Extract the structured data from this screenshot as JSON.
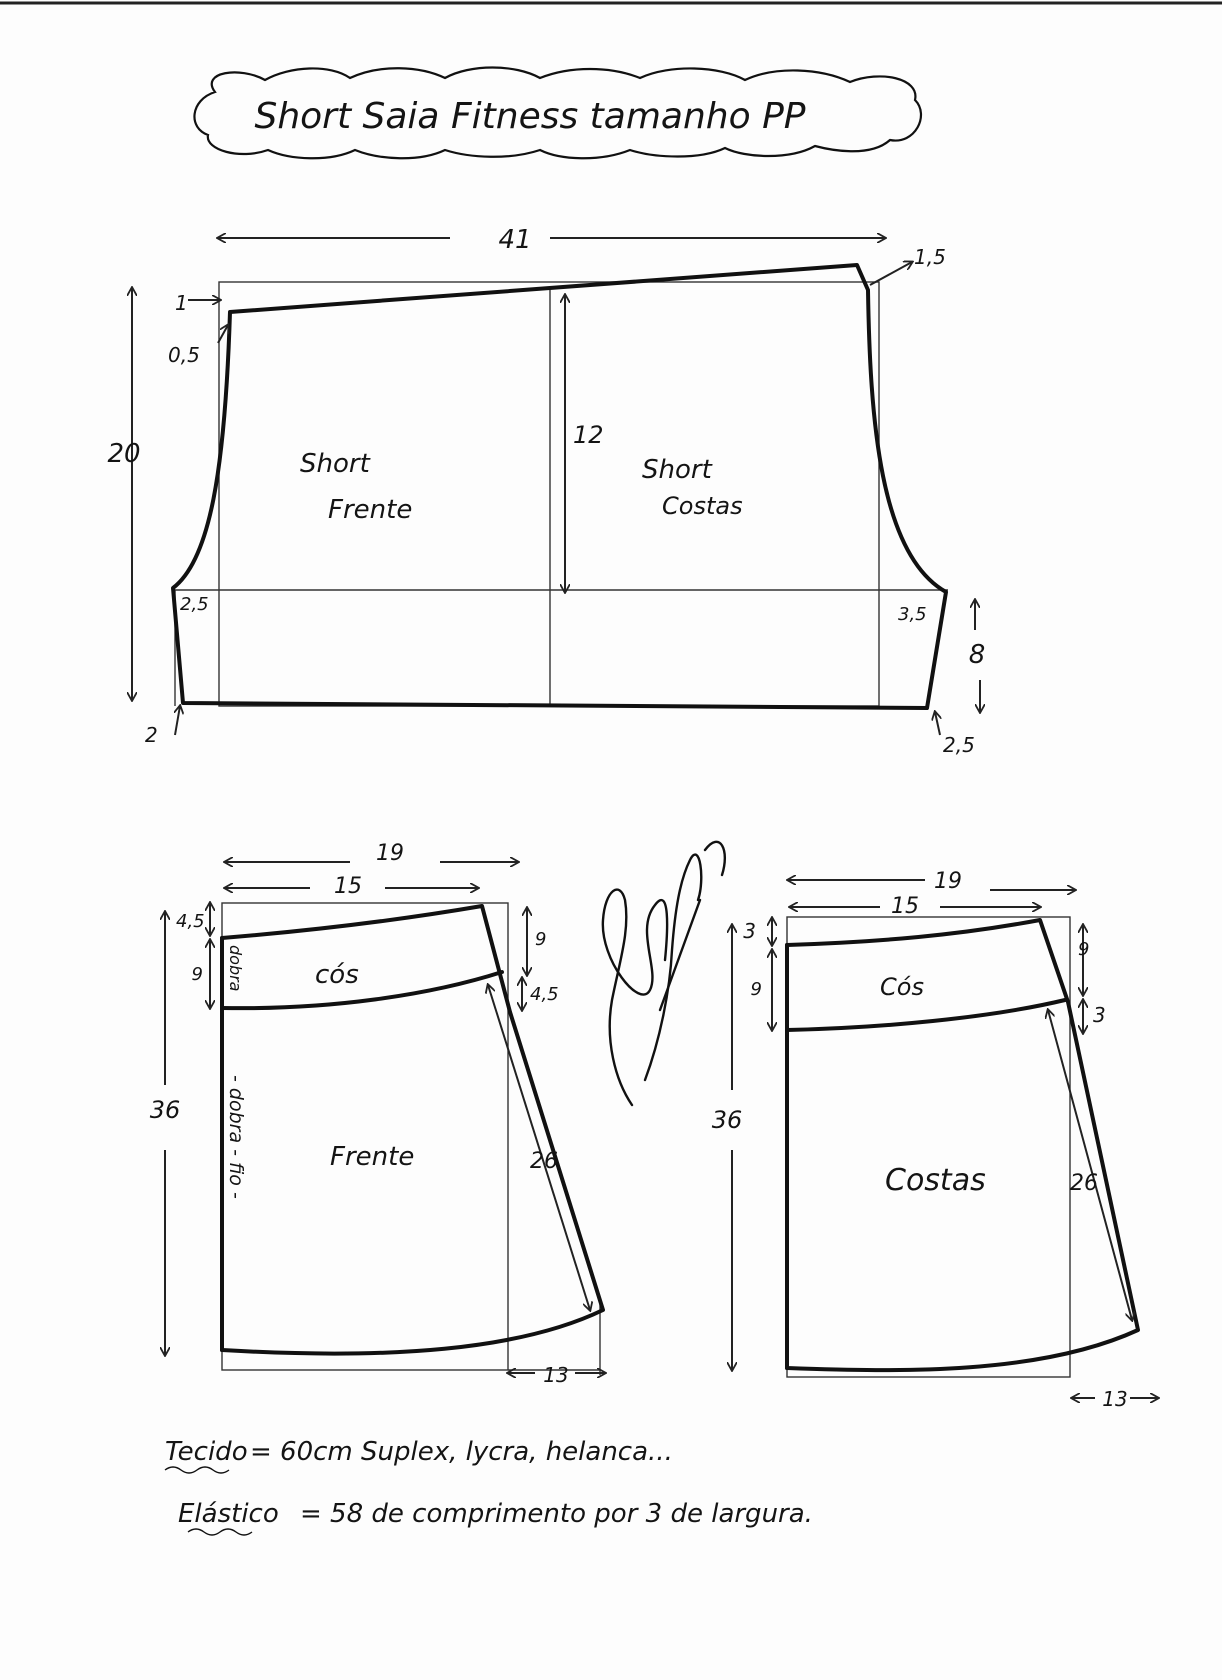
{
  "title": "Short Saia Fitness tamanho PP",
  "short": {
    "width": "41",
    "height": "20",
    "rise": "12",
    "leg": "8",
    "front_label_line1": "Short",
    "front_label_line2": "Frente",
    "back_label_line1": "Short",
    "back_label_line2": "Costas",
    "top_left_drop": "1",
    "top_left_in": "0,5",
    "top_right_raise": "1,5",
    "crotch_front": "2,5",
    "crotch_back": "3,5",
    "hem_front": "2",
    "hem_back": "2,5"
  },
  "skirt_front": {
    "width_outer": "19",
    "width_inner": "15",
    "top_drop": "4,5",
    "band_height_left": "9",
    "fold_label_band": "dobra",
    "band_label": "cós",
    "right_band": "9",
    "right_drop": "4,5",
    "length": "36",
    "fold_label": "- dobra - fio -",
    "panel_label": "Frente",
    "side_length": "26",
    "hem_flare": "13"
  },
  "skirt_back": {
    "width_outer": "19",
    "width_inner": "15",
    "top_drop": "3",
    "band_height_left": "9",
    "band_label": "Cós",
    "right_band": "9",
    "right_drop": "3",
    "length": "36",
    "panel_label": "Costas",
    "side_length": "26",
    "hem_flare": "13"
  },
  "notes": {
    "fabric_label": "Tecido",
    "fabric_text": "= 60cm Suplex, lycra, helanca...",
    "elastic_label": "Elástico",
    "elastic_text": "= 58   de  comprimento  por  3  de largura."
  }
}
